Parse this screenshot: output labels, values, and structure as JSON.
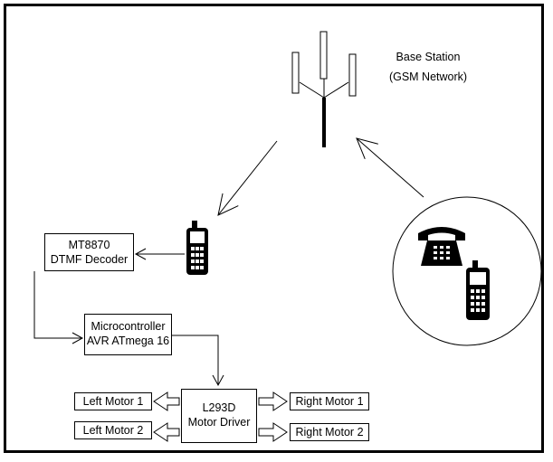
{
  "base_station": {
    "line1": "Base Station",
    "line2": "(GSM Network)"
  },
  "decoder": {
    "line1": "MT8870",
    "line2": "DTMF Decoder"
  },
  "micro": {
    "line1": "Microcontroller",
    "line2": "AVR ATmega 16"
  },
  "driver": {
    "line1": "L293D",
    "line2": "Motor Driver"
  },
  "motors": {
    "left1": "Left Motor 1",
    "left2": "Left Motor 2",
    "right1": "Right Motor 1",
    "right2": "Right Motor 2"
  },
  "icons": [
    "tower-icon",
    "mobile-phone-icon",
    "landline-phone-icon"
  ]
}
